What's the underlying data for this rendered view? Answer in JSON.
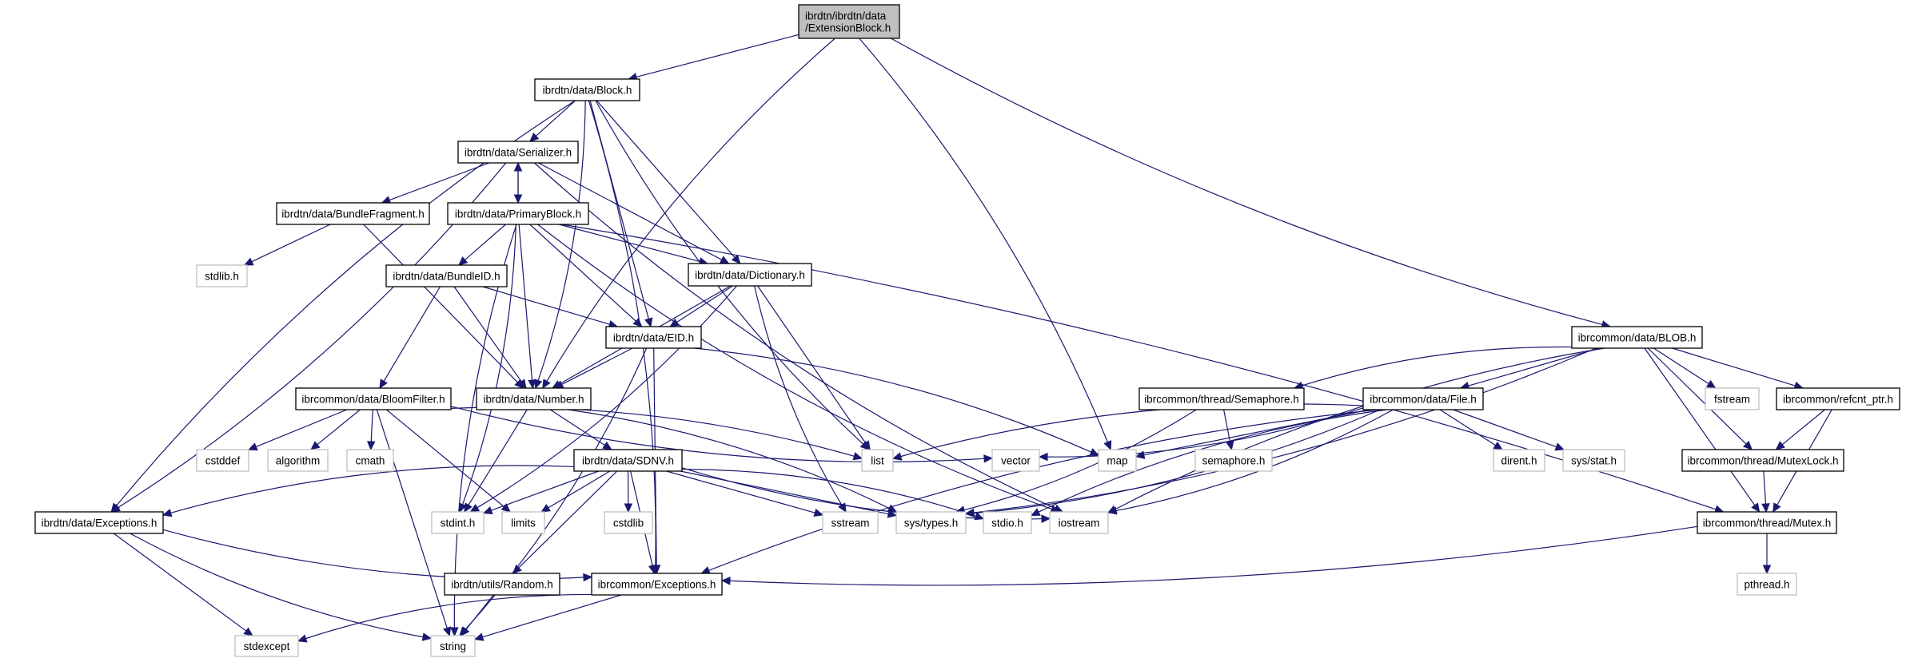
{
  "diagram": {
    "type": "include-dependency-graph",
    "root": "ibrdtn/ibrdtn/data/ExtensionBlock.h",
    "colors": {
      "edge": "#191970",
      "root_fill": "#bfbfbf",
      "project_border": "#000000",
      "system_border": "#bfbfbf"
    },
    "nodes": [
      {
        "id": "ext",
        "lines": [
          "ibrdtn/ibrdtn/data",
          "/ExtensionBlock.h"
        ],
        "kind": "root"
      },
      {
        "id": "block",
        "lines": [
          "ibrdtn/data/Block.h"
        ],
        "kind": "project"
      },
      {
        "id": "serializer",
        "lines": [
          "ibrdtn/data/Serializer.h"
        ],
        "kind": "project"
      },
      {
        "id": "bfrag",
        "lines": [
          "ibrdtn/data/BundleFragment.h"
        ],
        "kind": "project"
      },
      {
        "id": "primary",
        "lines": [
          "ibrdtn/data/PrimaryBlock.h"
        ],
        "kind": "project"
      },
      {
        "id": "stdlib_h",
        "lines": [
          "stdlib.h"
        ],
        "kind": "system"
      },
      {
        "id": "bundleid",
        "lines": [
          "ibrdtn/data/BundleID.h"
        ],
        "kind": "project"
      },
      {
        "id": "dictionary",
        "lines": [
          "ibrdtn/data/Dictionary.h"
        ],
        "kind": "project"
      },
      {
        "id": "eid",
        "lines": [
          "ibrdtn/data/EID.h"
        ],
        "kind": "project"
      },
      {
        "id": "bloom",
        "lines": [
          "ibrcommon/data/BloomFilter.h"
        ],
        "kind": "project"
      },
      {
        "id": "number",
        "lines": [
          "ibrdtn/data/Number.h"
        ],
        "kind": "project"
      },
      {
        "id": "cstddef",
        "lines": [
          "cstddef"
        ],
        "kind": "system"
      },
      {
        "id": "algorithm",
        "lines": [
          "algorithm"
        ],
        "kind": "system"
      },
      {
        "id": "cmath",
        "lines": [
          "cmath"
        ],
        "kind": "system"
      },
      {
        "id": "sdnv",
        "lines": [
          "ibrdtn/data/SDNV.h"
        ],
        "kind": "project"
      },
      {
        "id": "list",
        "lines": [
          "list"
        ],
        "kind": "system"
      },
      {
        "id": "vector",
        "lines": [
          "vector"
        ],
        "kind": "system"
      },
      {
        "id": "map",
        "lines": [
          "map"
        ],
        "kind": "system"
      },
      {
        "id": "dexc",
        "lines": [
          "ibrdtn/data/Exceptions.h"
        ],
        "kind": "project"
      },
      {
        "id": "stdint",
        "lines": [
          "stdint.h"
        ],
        "kind": "system"
      },
      {
        "id": "limits",
        "lines": [
          "limits"
        ],
        "kind": "system"
      },
      {
        "id": "cstdlib",
        "lines": [
          "cstdlib"
        ],
        "kind": "system"
      },
      {
        "id": "sstream",
        "lines": [
          "sstream"
        ],
        "kind": "system"
      },
      {
        "id": "systypes",
        "lines": [
          "sys/types.h"
        ],
        "kind": "system"
      },
      {
        "id": "stdio",
        "lines": [
          "stdio.h"
        ],
        "kind": "system"
      },
      {
        "id": "iostream",
        "lines": [
          "iostream"
        ],
        "kind": "system"
      },
      {
        "id": "random",
        "lines": [
          "ibrdtn/utils/Random.h"
        ],
        "kind": "project"
      },
      {
        "id": "cexc",
        "lines": [
          "ibrcommon/Exceptions.h"
        ],
        "kind": "project"
      },
      {
        "id": "stdexcept",
        "lines": [
          "stdexcept"
        ],
        "kind": "system"
      },
      {
        "id": "string",
        "lines": [
          "string"
        ],
        "kind": "system"
      },
      {
        "id": "blob",
        "lines": [
          "ibrcommon/data/BLOB.h"
        ],
        "kind": "project"
      },
      {
        "id": "semaphore",
        "lines": [
          "ibrcommon/thread/Semaphore.h"
        ],
        "kind": "project"
      },
      {
        "id": "file",
        "lines": [
          "ibrcommon/data/File.h"
        ],
        "kind": "project"
      },
      {
        "id": "fstream",
        "lines": [
          "fstream"
        ],
        "kind": "system"
      },
      {
        "id": "refcnt",
        "lines": [
          "ibrcommon/refcnt_ptr.h"
        ],
        "kind": "project"
      },
      {
        "id": "semaphore_h",
        "lines": [
          "semaphore.h"
        ],
        "kind": "system"
      },
      {
        "id": "dirent",
        "lines": [
          "dirent.h"
        ],
        "kind": "system"
      },
      {
        "id": "sysstat",
        "lines": [
          "sys/stat.h"
        ],
        "kind": "system"
      },
      {
        "id": "mutexlock",
        "lines": [
          "ibrcommon/thread/MutexLock.h"
        ],
        "kind": "project"
      },
      {
        "id": "mutex",
        "lines": [
          "ibrcommon/thread/Mutex.h"
        ],
        "kind": "project"
      },
      {
        "id": "pthread",
        "lines": [
          "pthread.h"
        ],
        "kind": "system"
      }
    ],
    "edges": [
      [
        "ext",
        "block"
      ],
      [
        "ext",
        "number"
      ],
      [
        "ext",
        "map"
      ],
      [
        "ext",
        "blob"
      ],
      [
        "block",
        "serializer"
      ],
      [
        "block",
        "dictionary"
      ],
      [
        "block",
        "eid"
      ],
      [
        "block",
        "list"
      ],
      [
        "block",
        "number"
      ],
      [
        "block",
        "dexc"
      ],
      [
        "block",
        "cexc"
      ],
      [
        "serializer",
        "bfrag"
      ],
      [
        "serializer",
        "primary"
      ],
      [
        "serializer",
        "dictionary"
      ],
      [
        "serializer",
        "dexc"
      ],
      [
        "serializer",
        "iostream"
      ],
      [
        "primary",
        "serializer"
      ],
      [
        "primary",
        "bundleid"
      ],
      [
        "primary",
        "dictionary"
      ],
      [
        "primary",
        "eid"
      ],
      [
        "primary",
        "number"
      ],
      [
        "primary",
        "string"
      ],
      [
        "primary",
        "stdint"
      ],
      [
        "primary",
        "iostream"
      ],
      [
        "primary",
        "mutex"
      ],
      [
        "bfrag",
        "stdlib_h"
      ],
      [
        "bfrag",
        "number"
      ],
      [
        "bundleid",
        "bloom"
      ],
      [
        "bundleid",
        "number"
      ],
      [
        "bundleid",
        "eid"
      ],
      [
        "dictionary",
        "eid"
      ],
      [
        "dictionary",
        "number"
      ],
      [
        "dictionary",
        "list"
      ],
      [
        "dictionary",
        "sstream"
      ],
      [
        "dictionary",
        "stdint"
      ],
      [
        "eid",
        "number"
      ],
      [
        "eid",
        "map"
      ],
      [
        "eid",
        "cexc"
      ],
      [
        "eid",
        "string"
      ],
      [
        "bloom",
        "cstddef"
      ],
      [
        "bloom",
        "algorithm"
      ],
      [
        "bloom",
        "cmath"
      ],
      [
        "bloom",
        "limits"
      ],
      [
        "bloom",
        "string"
      ],
      [
        "bloom",
        "list"
      ],
      [
        "bloom",
        "vector"
      ],
      [
        "number",
        "sdnv"
      ],
      [
        "number",
        "stdint"
      ],
      [
        "number",
        "systypes"
      ],
      [
        "sdnv",
        "dexc"
      ],
      [
        "sdnv",
        "stdint"
      ],
      [
        "sdnv",
        "limits"
      ],
      [
        "sdnv",
        "cstdlib"
      ],
      [
        "sdnv",
        "cexc"
      ],
      [
        "sdnv",
        "sstream"
      ],
      [
        "sdnv",
        "systypes"
      ],
      [
        "sdnv",
        "stdio"
      ],
      [
        "sdnv",
        "iostream"
      ],
      [
        "sdnv",
        "random"
      ],
      [
        "dexc",
        "cexc"
      ],
      [
        "dexc",
        "stdexcept"
      ],
      [
        "dexc",
        "string"
      ],
      [
        "random",
        "string"
      ],
      [
        "cexc",
        "stdexcept"
      ],
      [
        "cexc",
        "string"
      ],
      [
        "blob",
        "semaphore"
      ],
      [
        "blob",
        "file"
      ],
      [
        "blob",
        "fstream"
      ],
      [
        "blob",
        "refcnt"
      ],
      [
        "blob",
        "mutexlock"
      ],
      [
        "blob",
        "mutex"
      ],
      [
        "blob",
        "iostream"
      ],
      [
        "blob",
        "systypes"
      ],
      [
        "semaphore",
        "semaphore_h"
      ],
      [
        "semaphore",
        "systypes"
      ],
      [
        "file",
        "list"
      ],
      [
        "file",
        "vector"
      ],
      [
        "file",
        "map"
      ],
      [
        "file",
        "dirent"
      ],
      [
        "file",
        "sysstat"
      ],
      [
        "file",
        "systypes"
      ],
      [
        "file",
        "stdio"
      ],
      [
        "file",
        "iostream"
      ],
      [
        "file",
        "cexc"
      ],
      [
        "refcnt",
        "mutexlock"
      ],
      [
        "refcnt",
        "mutex"
      ],
      [
        "mutexlock",
        "mutex"
      ],
      [
        "mutex",
        "pthread"
      ],
      [
        "mutex",
        "cexc"
      ]
    ]
  }
}
